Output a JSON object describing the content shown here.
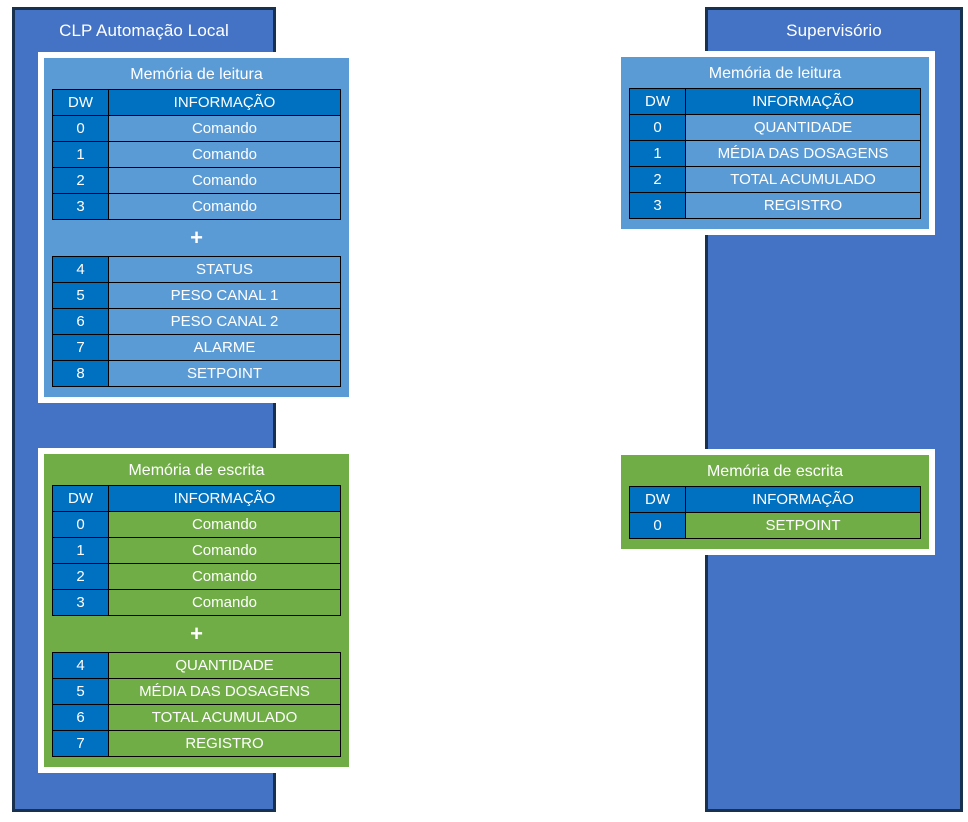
{
  "panels": [
    {
      "id": "clp",
      "title": "CLP Automação Local",
      "cards": [
        {
          "id": "clp-read",
          "kind": "read",
          "title": "Memória de leitura",
          "headers": [
            "DW",
            "INFORMAÇÃO"
          ],
          "rows_top": [
            [
              "0",
              "Comando"
            ],
            [
              "1",
              "Comando"
            ],
            [
              "2",
              "Comando"
            ],
            [
              "3",
              "Comando"
            ]
          ],
          "separator": "+",
          "rows_bottom": [
            [
              "4",
              "STATUS"
            ],
            [
              "5",
              "PESO CANAL 1"
            ],
            [
              "6",
              "PESO CANAL 2"
            ],
            [
              "7",
              "ALARME"
            ],
            [
              "8",
              "SETPOINT"
            ]
          ]
        },
        {
          "id": "clp-write",
          "kind": "write",
          "title": "Memória de escrita",
          "headers": [
            "DW",
            "INFORMAÇÃO"
          ],
          "rows_top": [
            [
              "0",
              "Comando"
            ],
            [
              "1",
              "Comando"
            ],
            [
              "2",
              "Comando"
            ],
            [
              "3",
              "Comando"
            ]
          ],
          "separator": "+",
          "rows_bottom": [
            [
              "4",
              "QUANTIDADE"
            ],
            [
              "5",
              "MÉDIA DAS DOSAGENS"
            ],
            [
              "6",
              "TOTAL ACUMULADO"
            ],
            [
              "7",
              "REGISTRO"
            ]
          ]
        }
      ]
    },
    {
      "id": "sup",
      "title": "Supervisório",
      "cards": [
        {
          "id": "sup-read",
          "kind": "read",
          "title": "Memória de leitura",
          "headers": [
            "DW",
            "INFORMAÇÃO"
          ],
          "rows_top": [
            [
              "0",
              "QUANTIDADE"
            ],
            [
              "1",
              "MÉDIA DAS DOSAGENS"
            ],
            [
              "2",
              "TOTAL ACUMULADO"
            ],
            [
              "3",
              "REGISTRO"
            ]
          ],
          "separator": "",
          "rows_bottom": []
        },
        {
          "id": "sup-write",
          "kind": "write",
          "title": "Memória de escrita",
          "headers": [
            "DW",
            "INFORMAÇÃO"
          ],
          "rows_top": [
            [
              "0",
              "SETPOINT"
            ]
          ],
          "separator": "",
          "rows_bottom": []
        }
      ]
    }
  ],
  "colors": {
    "panel_blue": "#4472c4",
    "panel_border": "#17314f",
    "read_card": "#5b9bd5",
    "write_card": "#70ad47",
    "header_blue": "#0070c0",
    "card_border": "#ffffff",
    "text": "#ffffff"
  }
}
